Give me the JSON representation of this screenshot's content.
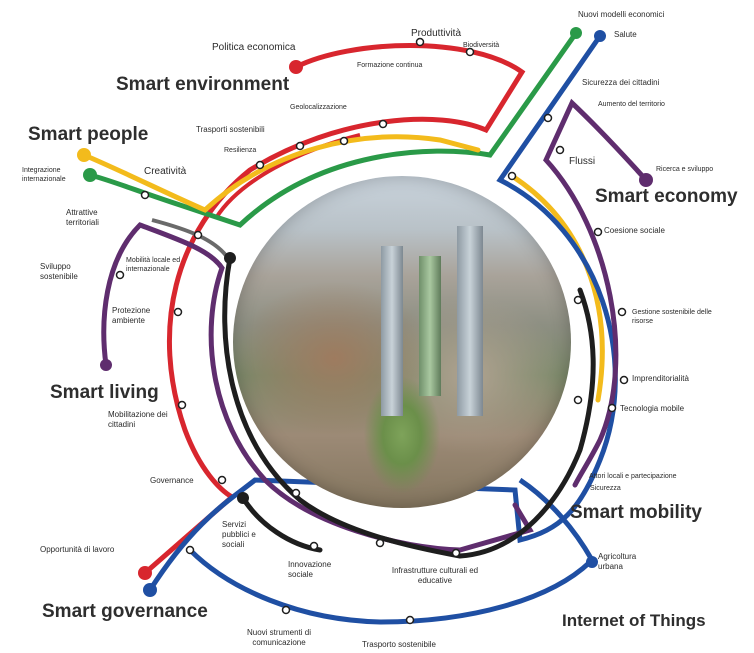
{
  "headings": {
    "smart_environment": "Smart environment",
    "smart_people": "Smart people",
    "smart_economy": "Smart economy",
    "smart_living": "Smart living",
    "smart_mobility": "Smart mobility",
    "smart_governance": "Smart governance",
    "internet_of_things": "Internet of Things"
  },
  "labels": {
    "politica_economica": "Politica economica",
    "produttivita": "Produttività",
    "biodiversita": "Biodiversità",
    "formazione_continua": "Formazione continua",
    "nuovi_modelli_economici": "Nuovi modelli economici",
    "salute": "Salute",
    "sicurezza_cittadini": "Sicurezza dei cittadini",
    "aumento_territorio": "Aumento del territorio",
    "geolocalizzazione": "Geolocalizzazione",
    "trasporti_sostenibili": "Trasporti sostenibili",
    "resilienza": "Resilienza",
    "integrazione_internazionale": "Integrazione internazionale",
    "creativita": "Creatività",
    "flussi": "Flussi",
    "ricerca_sviluppo": "Ricerca e sviluppo",
    "attrattive_territoriali": "Attrattive territoriali",
    "mobilita_locale": "Mobilità locale ed internazionale",
    "coesione_sociale": "Coesione sociale",
    "sviluppo_sostenibile": "Sviluppo sostenibile",
    "protezione_ambiente": "Protezione ambiente",
    "gestione_risorse": "Gestione sostenibile delle risorse",
    "imprenditorialita": "Imprenditorialità",
    "tecnologia_mobile": "Tecnologia mobile",
    "mobilitazione_cittadini": "Mobilitazione dei cittadini",
    "attori_locali": "Attori locali e partecipazione",
    "sicurezza": "Sicurezza",
    "governance": "Governance",
    "servizi_pubblici": "Servizi pubblici e sociali",
    "innovazione_sociale": "Innovazione sociale",
    "infrastrutture_culturali": "Infrastrutture culturali ed educative",
    "agricoltura_urbana": "Agricoltura urbana",
    "opportunita_lavoro": "Opportunità di lavoro",
    "nuovi_strumenti": "Nuovi strumenti di comunicazione",
    "trasporto_sostenibile": "Trasporto sostenibile"
  },
  "colors": {
    "red": "#d8262e",
    "green": "#2a9a48",
    "blue": "#1f4fa3",
    "yellow": "#f3bb1c",
    "purple": "#5f2d6e",
    "black": "#1e1e1e"
  }
}
